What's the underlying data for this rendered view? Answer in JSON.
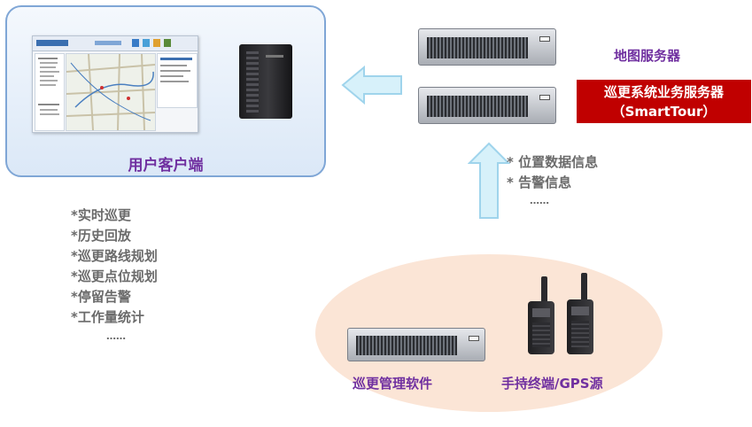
{
  "client": {
    "label": "用户客户端"
  },
  "features": [
    "*实时巡更",
    "*历史回放",
    "*巡更路线规划",
    "*巡更点位规划",
    "*停留告警",
    "*工作量统计",
    "……"
  ],
  "map_server": {
    "label": "地图服务器"
  },
  "business_server": {
    "line1": "巡更系统业务服务器",
    "line2": "（SmartTour）"
  },
  "uplink_info": {
    "items": [
      "*  位置数据信息",
      "*  告警信息"
    ],
    "ellipsis": "……"
  },
  "devices": {
    "software_label": "巡更管理软件",
    "terminal_label": "手持终端/GPS源"
  },
  "colors": {
    "purple": "#7030a0",
    "red_box": "#c00000",
    "ellipse_fill": "#fbe5d6",
    "arrow_fill": "#d7f1fa",
    "arrow_stroke": "#9fd4ec"
  }
}
